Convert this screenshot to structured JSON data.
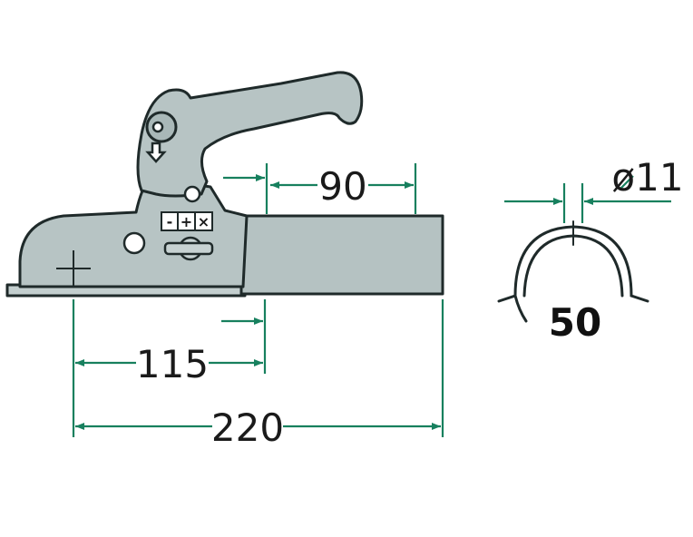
{
  "colors": {
    "dimension": "#17805e",
    "part_fill": "#b7c4c4",
    "part_stroke": "#1f2a2a",
    "text": "#1a1a1a"
  },
  "coupling": {
    "symbols": [
      "-",
      "+",
      "×"
    ]
  },
  "dimensions": {
    "length_90": "90",
    "length_115": "115",
    "length_220": "220",
    "hole_diameter": "ø11",
    "clamp_diameter": "50"
  }
}
